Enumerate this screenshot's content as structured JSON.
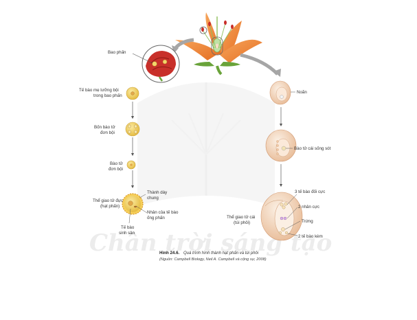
{
  "labels": {
    "anther": "Bao phấn",
    "mother_cell_1": "Tế bào mẹ lưỡng bội",
    "mother_cell_2": "trong bao phấn",
    "tetrad_1": "Bốn bào tử",
    "tetrad_2": "đơn bội",
    "spore_1": "Bào tử",
    "spore_2": "đơn bội",
    "male_gam_1": "Thể giao tử đực",
    "male_gam_2": "(hạt phấn)",
    "wall_1": "Thành dày",
    "wall_2": "chung",
    "tube_1": "Nhân của tế bào",
    "tube_2": "ống phấn",
    "gen_1": "Tế bào",
    "gen_2": "sinh sản",
    "ovule": "Noãn",
    "megaspore": "Bào tử cái sống sót",
    "antipodal": "3 tế bào đối cực",
    "polar": "2 nhân cực",
    "egg": "Trứng",
    "synergid": "2 tế bào kèm",
    "female_gam_1": "Thể giao tử cái",
    "female_gam_2": "(túi phôi)"
  },
  "caption": {
    "title": "Hình 24.6.",
    "text": "Quá trình hình thành hạt phấn và túi phôi",
    "source": "(Nguồn: Campbell Biology, Neil A. Campbell và cộng sự, 2008)"
  },
  "watermark": "Chân trời sáng tạo",
  "colors": {
    "petal": "#f08a3a",
    "anther": "#c8302a",
    "pollen": "#f3d56a",
    "ovule": "#f6ddc8",
    "arrow": "#9a9a9a"
  }
}
